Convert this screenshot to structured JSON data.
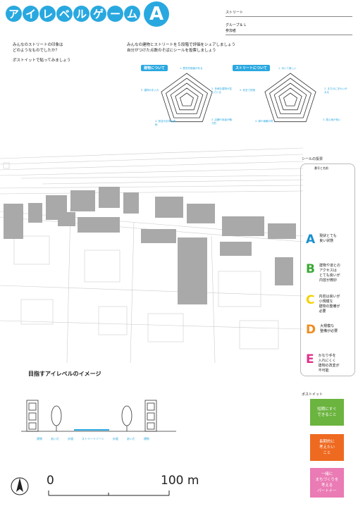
{
  "header": {
    "title_chars": [
      "ア",
      "イ",
      "レ",
      "ベ",
      "ル",
      "ゲ",
      "ー",
      "ム"
    ],
    "title_letter": "A",
    "street_label": "ストリート",
    "group_label": "グループ＆ L",
    "participant_label": "参加者"
  },
  "intro": {
    "left_line1": "みんなのストリートの印象は",
    "left_line2": "どのようなものでしたか？",
    "left_line3": "ポストイットで貼ってみましょう",
    "right_line1": "みんなの建物とストリートを５段階で評価をシェアしましょう",
    "right_line2": "自分がつけた点数のそばにシールを投票しましょう"
  },
  "radar_building": {
    "tag": "建物について",
    "labels": [
      "1. 歴史的価値がある",
      "2. 多様な建物が並んでいる",
      "3. 店舗や用途が魅力的",
      "4. 街並み全体の調和",
      "5. 建物の手入れ"
    ]
  },
  "radar_street": {
    "tag": "ストリートについて",
    "labels": [
      "1. 歩いて楽しい",
      "2. まちのにぎわいがある",
      "3. 居心地が良い",
      "4. 緑や景観の質",
      "5. 安全で快適"
    ]
  },
  "seal": {
    "heading": "シールの投票",
    "subheading": "番号と名前",
    "items": [
      {
        "letter": "A",
        "color": "#1a8fcf",
        "line1": "現状とても",
        "line2": "良い状態",
        "line3": "",
        "line4": ""
      },
      {
        "letter": "B",
        "color": "#3aa935",
        "line1": "建物や道との",
        "line2": "アクセスは",
        "line3": "とても良いが",
        "line4": "内容が微妙"
      },
      {
        "letter": "C",
        "color": "#f2d200",
        "line1": "内容は良いが",
        "line2": "小規模な",
        "line3": "建物の整備が",
        "line4": "必要"
      },
      {
        "letter": "D",
        "color": "#f08c1e",
        "line1": "大規模な",
        "line2": "整備が必要",
        "line3": "",
        "line4": ""
      },
      {
        "letter": "E",
        "color": "#e2318c",
        "line1": "かなり手を",
        "line2": "入れにくく",
        "line3": "建物の改変が",
        "line4": "不可能"
      }
    ]
  },
  "postit": {
    "heading": "ポストイット",
    "notes": [
      {
        "color": "#6bb43f",
        "line1": "短期にすぐ",
        "line2": "できること",
        "line3": ""
      },
      {
        "color": "#ee6a20",
        "line1": "長期的に",
        "line2": "考えたい",
        "line3": "こと"
      },
      {
        "color": "#ea7bb4",
        "line1": "一緒に",
        "line2": "まちづくりを",
        "line3": "考える",
        "line4": "パートナー"
      }
    ]
  },
  "section": {
    "title": "目指すアイレベルのイメージ",
    "labels": [
      "建物",
      "あいだ",
      "歩道",
      "ストリートゾーン",
      "歩道",
      "あいだ",
      "建物"
    ]
  },
  "scale": {
    "zero": "0",
    "hundred": "100 m"
  },
  "icons": {
    "north": "north-arrow-icon"
  }
}
